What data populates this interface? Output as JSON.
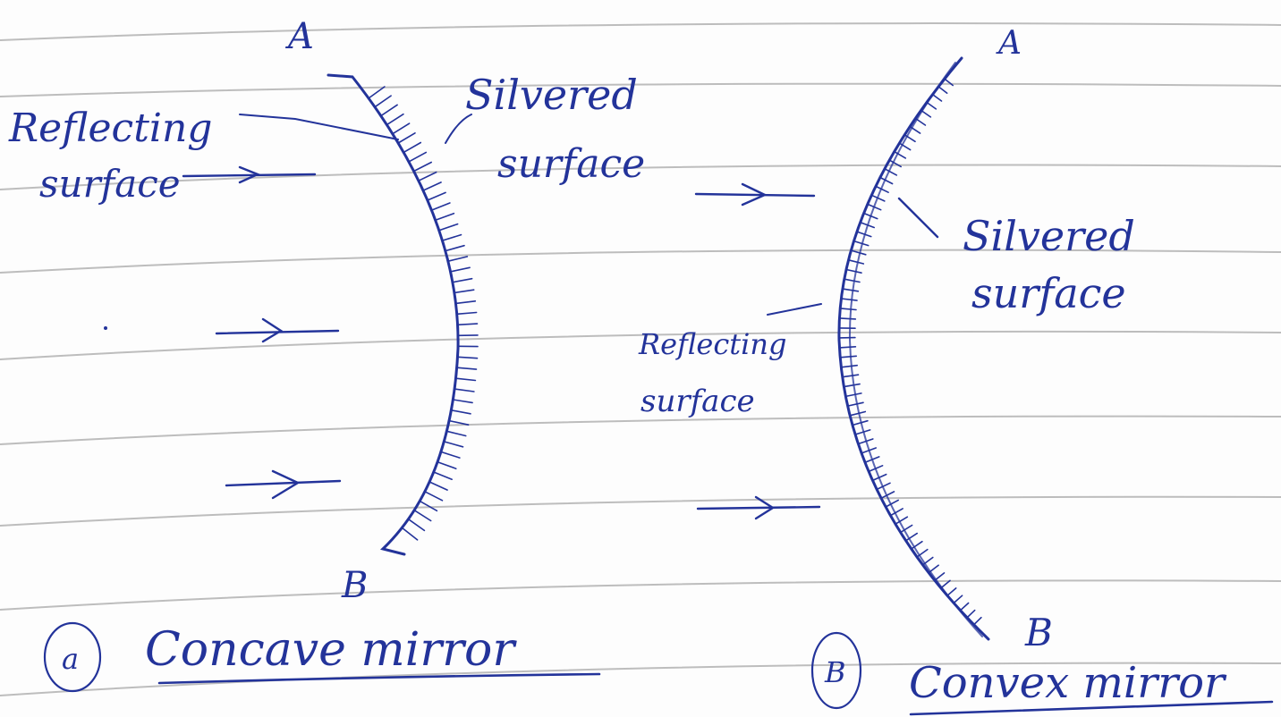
{
  "colors": {
    "paper": "#fdfdfd",
    "ruled_line": "#bdbdbd",
    "ink": "#23339a"
  },
  "left_diagram": {
    "top_label": "A",
    "bottom_label": "B",
    "reflecting_label_line1": "Reflecting",
    "reflecting_label_line2": "surface",
    "silvered_label_line1": "Silvered",
    "silvered_label_line2": "surface",
    "caption_marker": "a",
    "caption": "Concave mirror"
  },
  "right_diagram": {
    "top_label": "A",
    "bottom_label": "B",
    "reflecting_label_line1": "Reflecting",
    "reflecting_label_line2": "surface",
    "silvered_label_line1": "Silvered",
    "silvered_label_line2": "surface",
    "caption_marker": "B",
    "caption": "Convex mirror"
  }
}
